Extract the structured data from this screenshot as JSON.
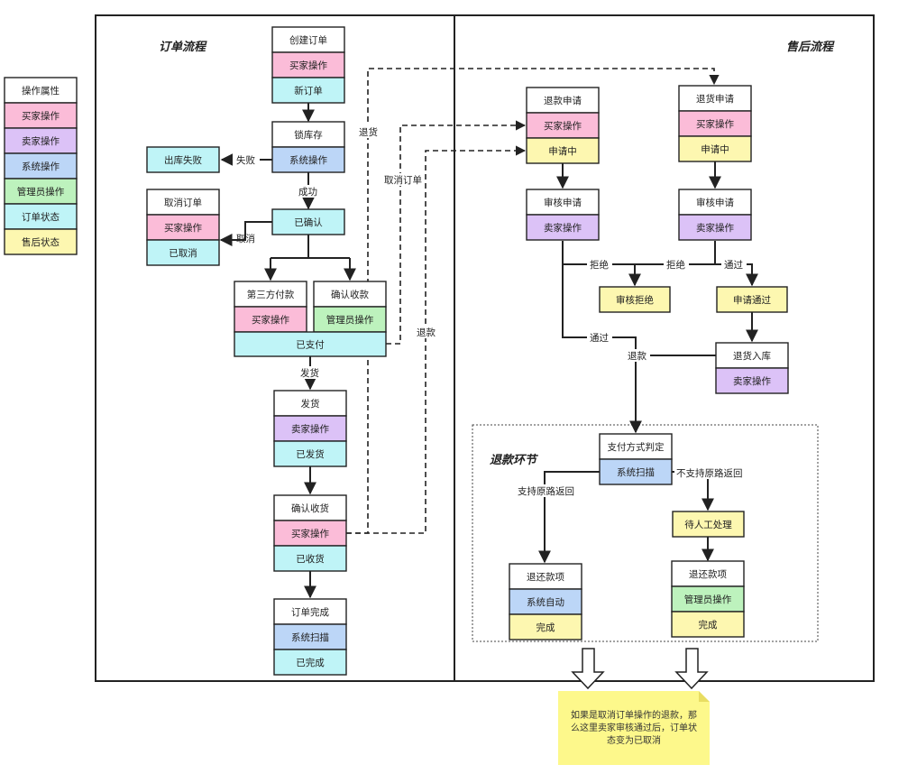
{
  "legend": {
    "header": "操作属性",
    "items": [
      {
        "label": "买家操作",
        "color": "#fbbcd8"
      },
      {
        "label": "卖家操作",
        "color": "#dcc2f7"
      },
      {
        "label": "系统操作",
        "color": "#bcd6f7"
      },
      {
        "label": "管理员操作",
        "color": "#bdf2bd"
      },
      {
        "label": "订单状态",
        "color": "#bff4f7"
      },
      {
        "label": "售后状态",
        "color": "#fdf7b0"
      }
    ]
  },
  "sections": {
    "order_title": "订单流程",
    "aftersale_title": "售后流程",
    "refund_title": "退款环节"
  },
  "nodes": {
    "create_order": [
      "创建订单",
      "买家操作",
      "新订单"
    ],
    "lock_stock": [
      "锁库存",
      "系统操作"
    ],
    "out_fail": [
      "出库失败"
    ],
    "cancel_order": [
      "取消订单",
      "买家操作",
      "已取消"
    ],
    "confirmed": [
      "已确认"
    ],
    "third_pay": [
      "第三方付款",
      "买家操作"
    ],
    "confirm_receipt_pay": [
      "确认收款",
      "管理员操作"
    ],
    "paid": [
      "已支付"
    ],
    "ship": [
      "发货",
      "卖家操作",
      "已发货"
    ],
    "confirm_receive": [
      "确认收货",
      "买家操作",
      "已收货"
    ],
    "order_done": [
      "订单完成",
      "系统扫描",
      "已完成"
    ],
    "refund_apply": [
      "退款申请",
      "买家操作",
      "申请中"
    ],
    "return_apply": [
      "退货申请",
      "买家操作",
      "申请中"
    ],
    "review1": [
      "审核申请",
      "卖家操作"
    ],
    "review2": [
      "审核申请",
      "卖家操作"
    ],
    "review_reject": [
      "审核拒绝"
    ],
    "apply_pass": [
      "申请通过"
    ],
    "return_stock": [
      "退货入库",
      "卖家操作"
    ],
    "pay_method": [
      "支付方式判定",
      "系统扫描"
    ],
    "manual": [
      "待人工处理"
    ],
    "refund_item_auto": [
      "退还款项",
      "系统自动",
      "完成"
    ],
    "refund_item_admin": [
      "退还款项",
      "管理员操作",
      "完成"
    ]
  },
  "edge_labels": {
    "fail": "失败",
    "success": "成功",
    "cancel": "取消",
    "ship": "发货",
    "return_goods": "退货",
    "cancel_order": "取消订单",
    "refund": "退款",
    "reject1": "拒绝",
    "reject2": "拒绝",
    "pass1": "通过",
    "pass2": "通过",
    "refund2": "退款",
    "support_return": "支持原路返回",
    "not_support_return": "不支持原路返回"
  },
  "note": {
    "lines": [
      "如果是取消订单操作的退款，那",
      "么这里卖家审核通过后，订单状",
      "态变为已取消"
    ]
  }
}
